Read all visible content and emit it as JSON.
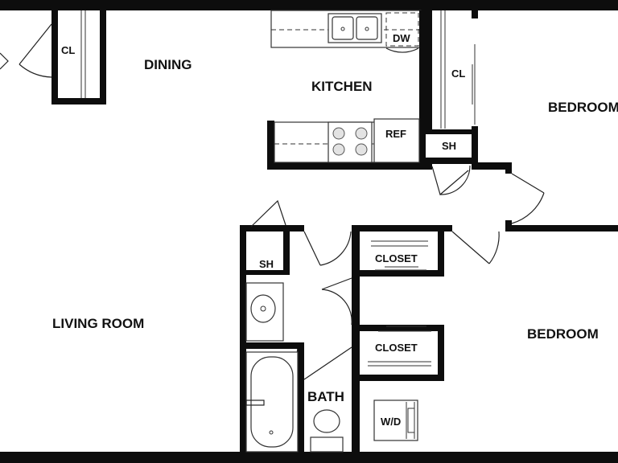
{
  "rooms": {
    "dining": "DINING",
    "kitchen": "KITCHEN",
    "bedroom_1": "BEDROOM",
    "living_room": "LIVING ROOM",
    "bedroom_2": "BEDROOM",
    "bath": "BATH"
  },
  "fixtures": {
    "closet_dining": "CL",
    "closet_bedroom_1": "CL",
    "dishwasher": "DW",
    "refrigerator": "REF",
    "shelf_hall_1": "SH",
    "shelf_hall_2": "SH",
    "closet_upper": "CLOSET",
    "closet_lower": "CLOSET",
    "washer_dryer": "W/D"
  },
  "colors": {
    "wall": "#0d0d0d",
    "background": "#ffffff"
  }
}
